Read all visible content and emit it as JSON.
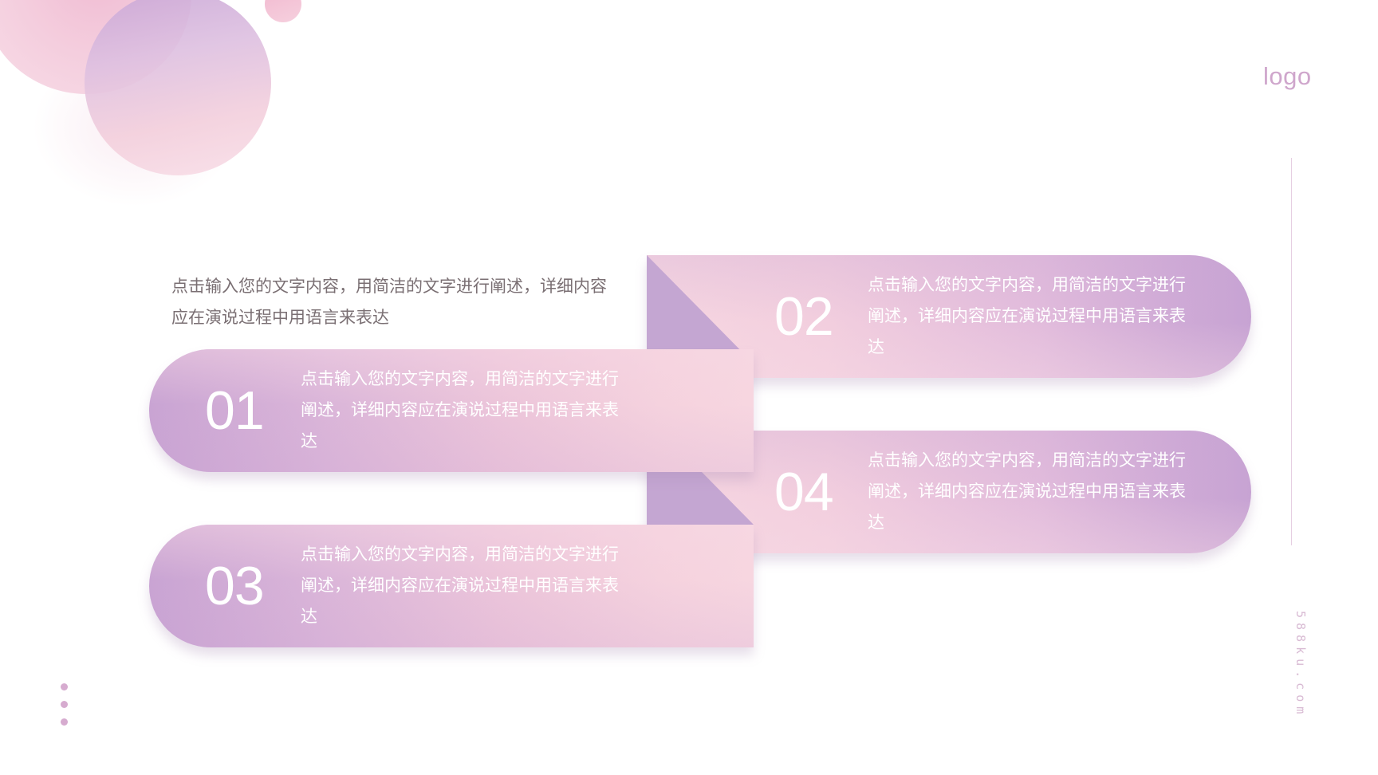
{
  "brand": {
    "logo": "logo",
    "site": "588ku.com"
  },
  "intro": {
    "text": "点击输入您的文字内容，用简洁的文字进行阐述，详细内容应在演说过程中用语言来表达"
  },
  "items": [
    {
      "num": "01",
      "text": "点击输入您的文字内容，用简洁的文字进行阐述，详细内容应在演说过程中用语言来表达"
    },
    {
      "num": "02",
      "text": "点击输入您的文字内容，用简洁的文字进行阐述，详细内容应在演说过程中用语言来表达"
    },
    {
      "num": "03",
      "text": "点击输入您的文字内容，用简洁的文字进行阐述，详细内容应在演说过程中用语言来表达"
    },
    {
      "num": "04",
      "text": "点击输入您的文字内容，用简洁的文字进行阐述，详细内容应在演说过程中用语言来表达"
    }
  ],
  "colors": {
    "accent_purple": "#c4a6d2",
    "accent_pink": "#f5d2de",
    "logo": "#cfa6cc",
    "body_text": "#7a6f73"
  }
}
